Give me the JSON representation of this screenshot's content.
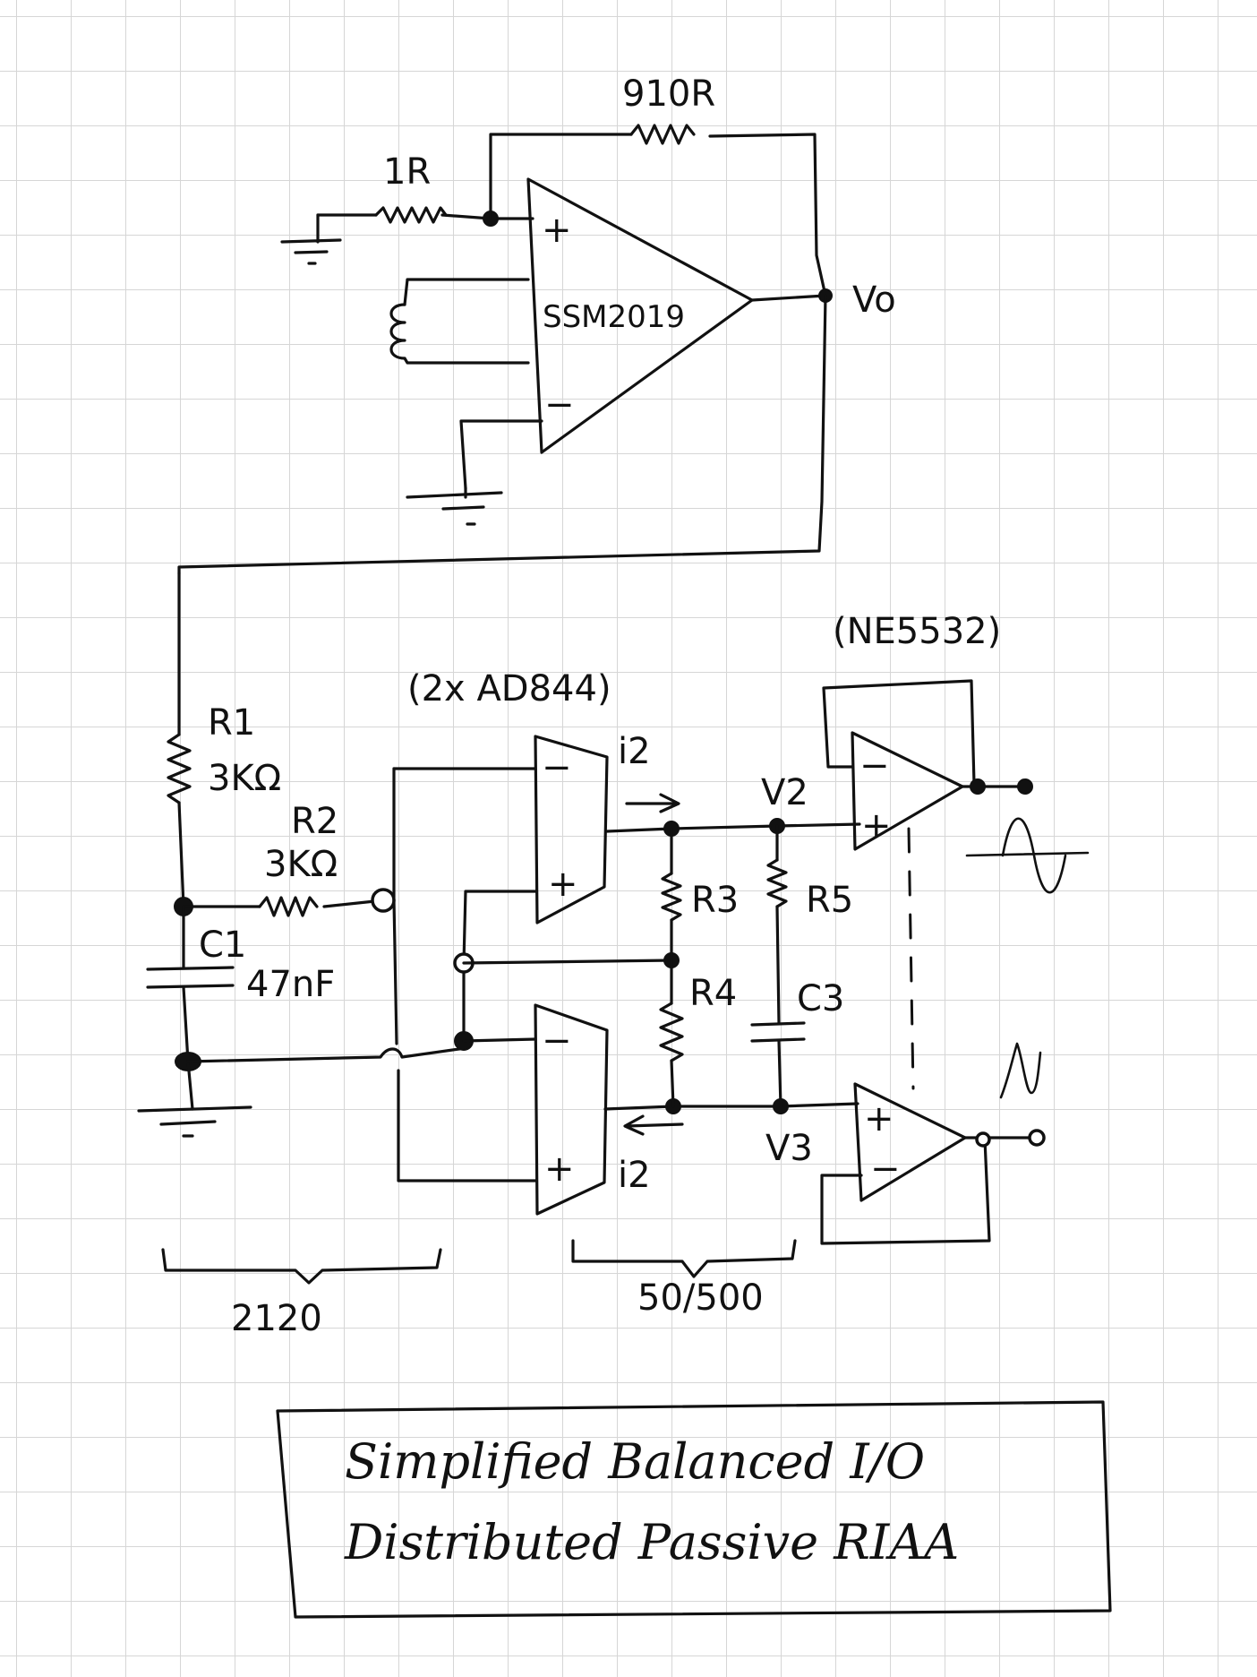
{
  "labels": {
    "r_feedback": "910R",
    "r_input": "1R",
    "opamp_mic": "SSM2019",
    "vout": "Vo",
    "ne5532": "(NE5532)",
    "ad844": "(2x AD844)",
    "r1_name": "R1",
    "r1_value": "3KΩ",
    "r2_name": "R2",
    "r2_value": "3KΩ",
    "c1_name": "C1",
    "c1_value": "47nF",
    "r3": "R3",
    "r4": "R4",
    "r5": "R5",
    "c3": "C3",
    "v2": "V2",
    "v3": "V3",
    "i2_top": "i2",
    "i2_bottom": "i2",
    "tc_left": "2120",
    "tc_right": "50/500",
    "plus": "+",
    "minus": "−"
  },
  "caption": {
    "line1": "Simplified Balanced I/O",
    "line2": "Distributed Passive RIAA"
  }
}
